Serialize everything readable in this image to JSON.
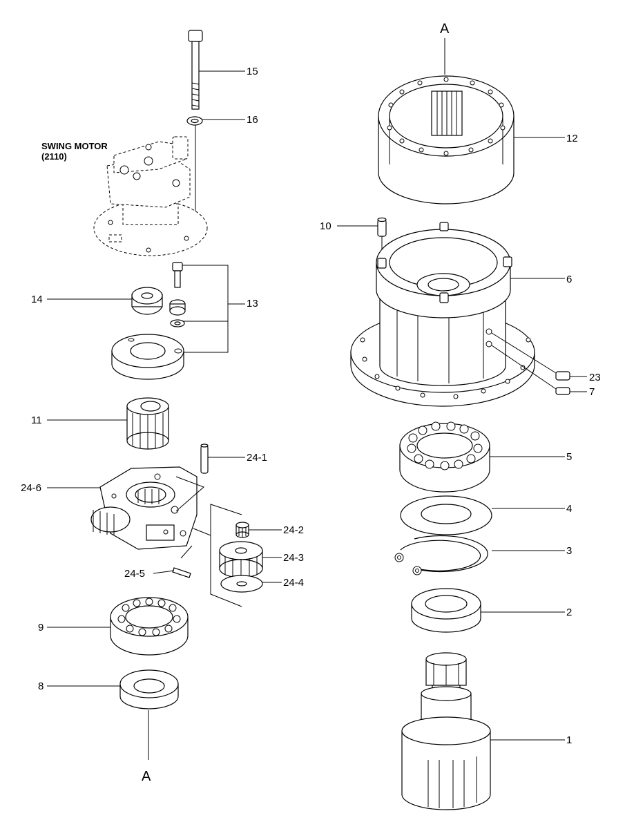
{
  "diagram": {
    "motor_label_line1": "SWING MOTOR",
    "motor_label_line2": "(2110)",
    "ref_top": "A",
    "ref_bottom": "A",
    "labels": {
      "p1": "1",
      "p2": "2",
      "p3": "3",
      "p4": "4",
      "p5": "5",
      "p6": "6",
      "p7": "7",
      "p8": "8",
      "p9": "9",
      "p10": "10",
      "p11": "11",
      "p12": "12",
      "p13": "13",
      "p14": "14",
      "p15": "15",
      "p16": "16",
      "p23": "23",
      "p24_1": "24-1",
      "p24_2": "24-2",
      "p24_3": "24-3",
      "p24_4": "24-4",
      "p24_5": "24-5",
      "p24_6": "24-6"
    }
  }
}
